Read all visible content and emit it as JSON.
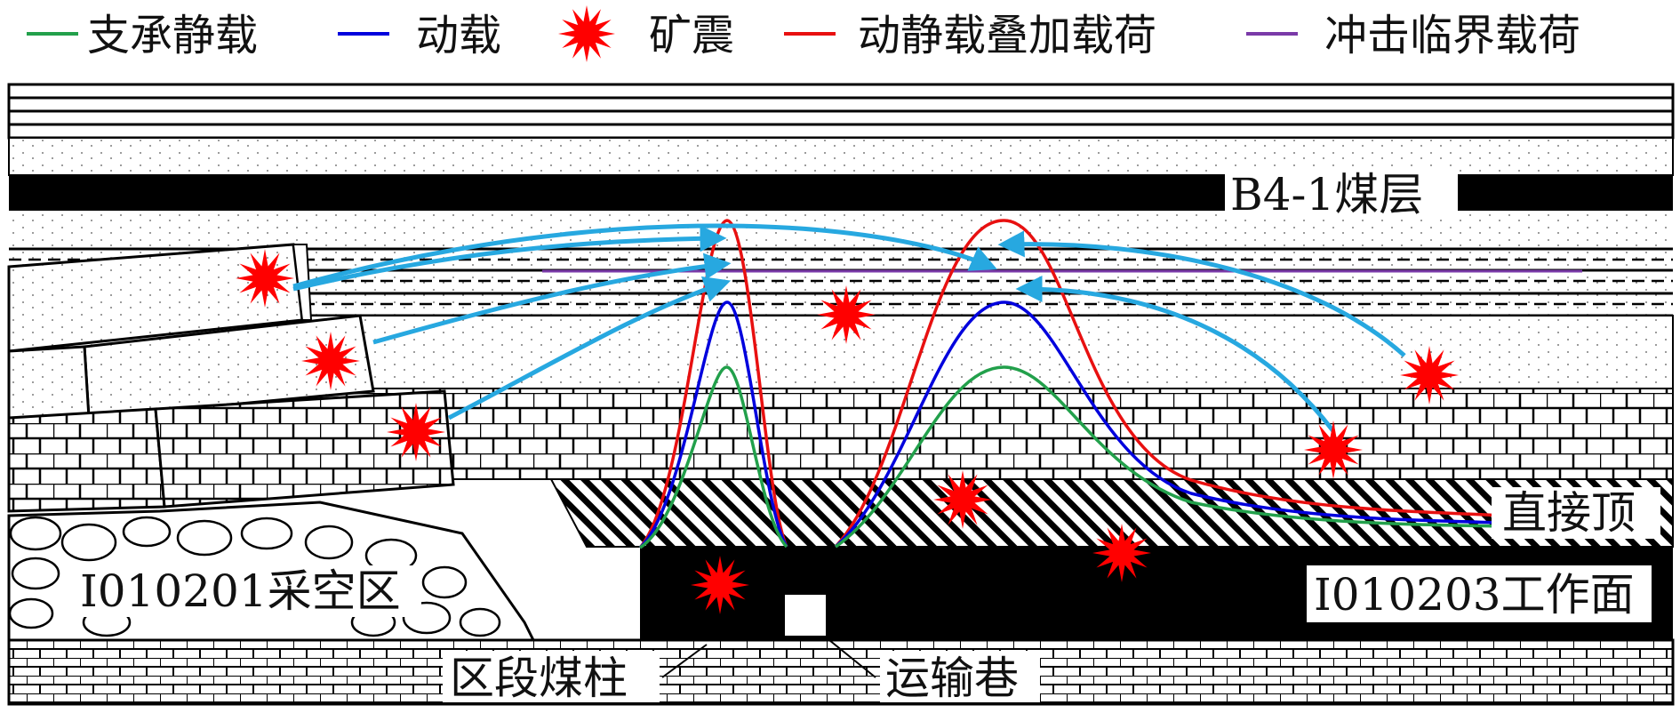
{
  "legend": {
    "items": [
      {
        "label": "支承静载",
        "color": "#22a04b",
        "kind": "line"
      },
      {
        "label": "动载",
        "color": "#0000dd",
        "kind": "line"
      },
      {
        "label": "矿震",
        "color": "#ff0000",
        "kind": "star"
      },
      {
        "label": "动静载叠加载荷",
        "color": "#e81010",
        "kind": "line"
      },
      {
        "label": "冲击临界载荷",
        "color": "#7a3aa8",
        "kind": "line"
      }
    ]
  },
  "labels": {
    "coal_seam": "B4-1煤层",
    "immediate_roof": "直接顶",
    "goaf": "I010201采空区",
    "working_face": "I010203工作面",
    "coal_pillar": "区段煤柱",
    "haulage_roadway": "运输巷"
  },
  "colors": {
    "arrow": "#27a8e0",
    "static_load": "#22a04b",
    "dynamic_load": "#0000dd",
    "combined_load": "#e81010",
    "critical_load": "#7a3aa8",
    "quake": "#ff0000",
    "coal": "#000000"
  },
  "icons": {
    "quake": "explosion-star-icon",
    "stress_transfer": "curved-arrow-icon"
  }
}
